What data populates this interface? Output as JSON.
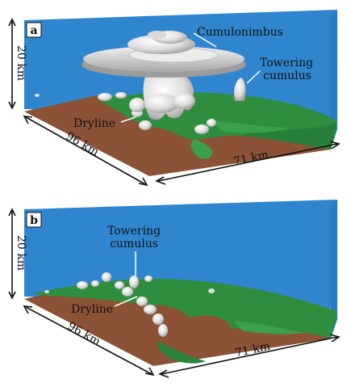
{
  "panels": [
    {
      "letter": "a",
      "height_axis": "20 km",
      "depth_axis": "96 km",
      "width_axis": "71 km",
      "labels": {
        "cumulonimbus": "Cumulonimbus",
        "towering_line1": "Towering",
        "towering_line2": "cumulus",
        "dryline": "Dryline"
      }
    },
    {
      "letter": "b",
      "height_axis": "20 km",
      "depth_axis": "96 km",
      "width_axis": "71 km",
      "labels": {
        "towering_line1": "Towering",
        "towering_line2": "cumulus",
        "dryline": "Dryline"
      }
    }
  ],
  "colors": {
    "sky": "#2f86cf",
    "ground": "#8a5236",
    "vegetation": "#2e8b3c",
    "cloud": "#e6e6e6"
  }
}
